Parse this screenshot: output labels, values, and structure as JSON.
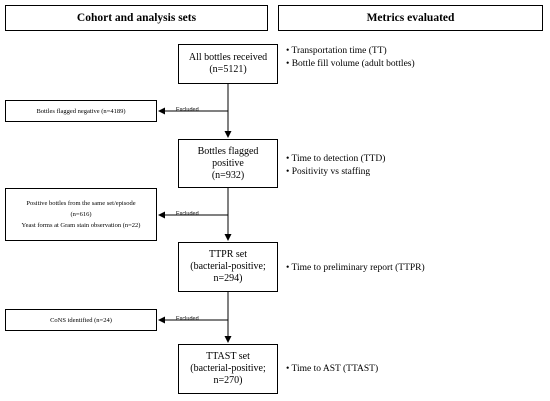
{
  "headers": {
    "left": "Cohort and analysis sets",
    "right": "Metrics evaluated"
  },
  "nodes": [
    {
      "id": "received",
      "lines": [
        "All bottles received",
        "(n=5121)"
      ]
    },
    {
      "id": "flagged-positive",
      "lines": [
        "Bottles flagged",
        "positive",
        "(n=932)"
      ]
    },
    {
      "id": "ttpr-set",
      "lines": [
        "TTPR set",
        "(bacterial-positive;",
        "n=294)"
      ]
    },
    {
      "id": "ttast-set",
      "lines": [
        "TTAST set",
        "(bacterial-positive;",
        "n=270)"
      ]
    }
  ],
  "exclusions": [
    {
      "id": "flagged-negative",
      "lines": [
        "Bottles flagged negative (n=4189)"
      ]
    },
    {
      "id": "same-episode-yeast",
      "lines": [
        "Positive bottles from the same set/episode",
        "(n=616)",
        "Yeast forms at Gram stain observation (n=22)"
      ]
    },
    {
      "id": "cons",
      "lines": [
        "CoNS identified (n=24)"
      ]
    }
  ],
  "excluded_label": "Excluded",
  "metrics": [
    {
      "id": "received",
      "items": [
        "• Transportation time (TT)",
        "• Bottle fill volume (adult bottles)"
      ]
    },
    {
      "id": "flagged-positive",
      "items": [
        "• Time to detection (TTD)",
        "• Positivity vs staffing"
      ]
    },
    {
      "id": "ttpr-set",
      "items": [
        "• Time to preliminary report (TTPR)"
      ]
    },
    {
      "id": "ttast-set",
      "items": [
        "• Time to AST (TTAST)"
      ]
    }
  ]
}
